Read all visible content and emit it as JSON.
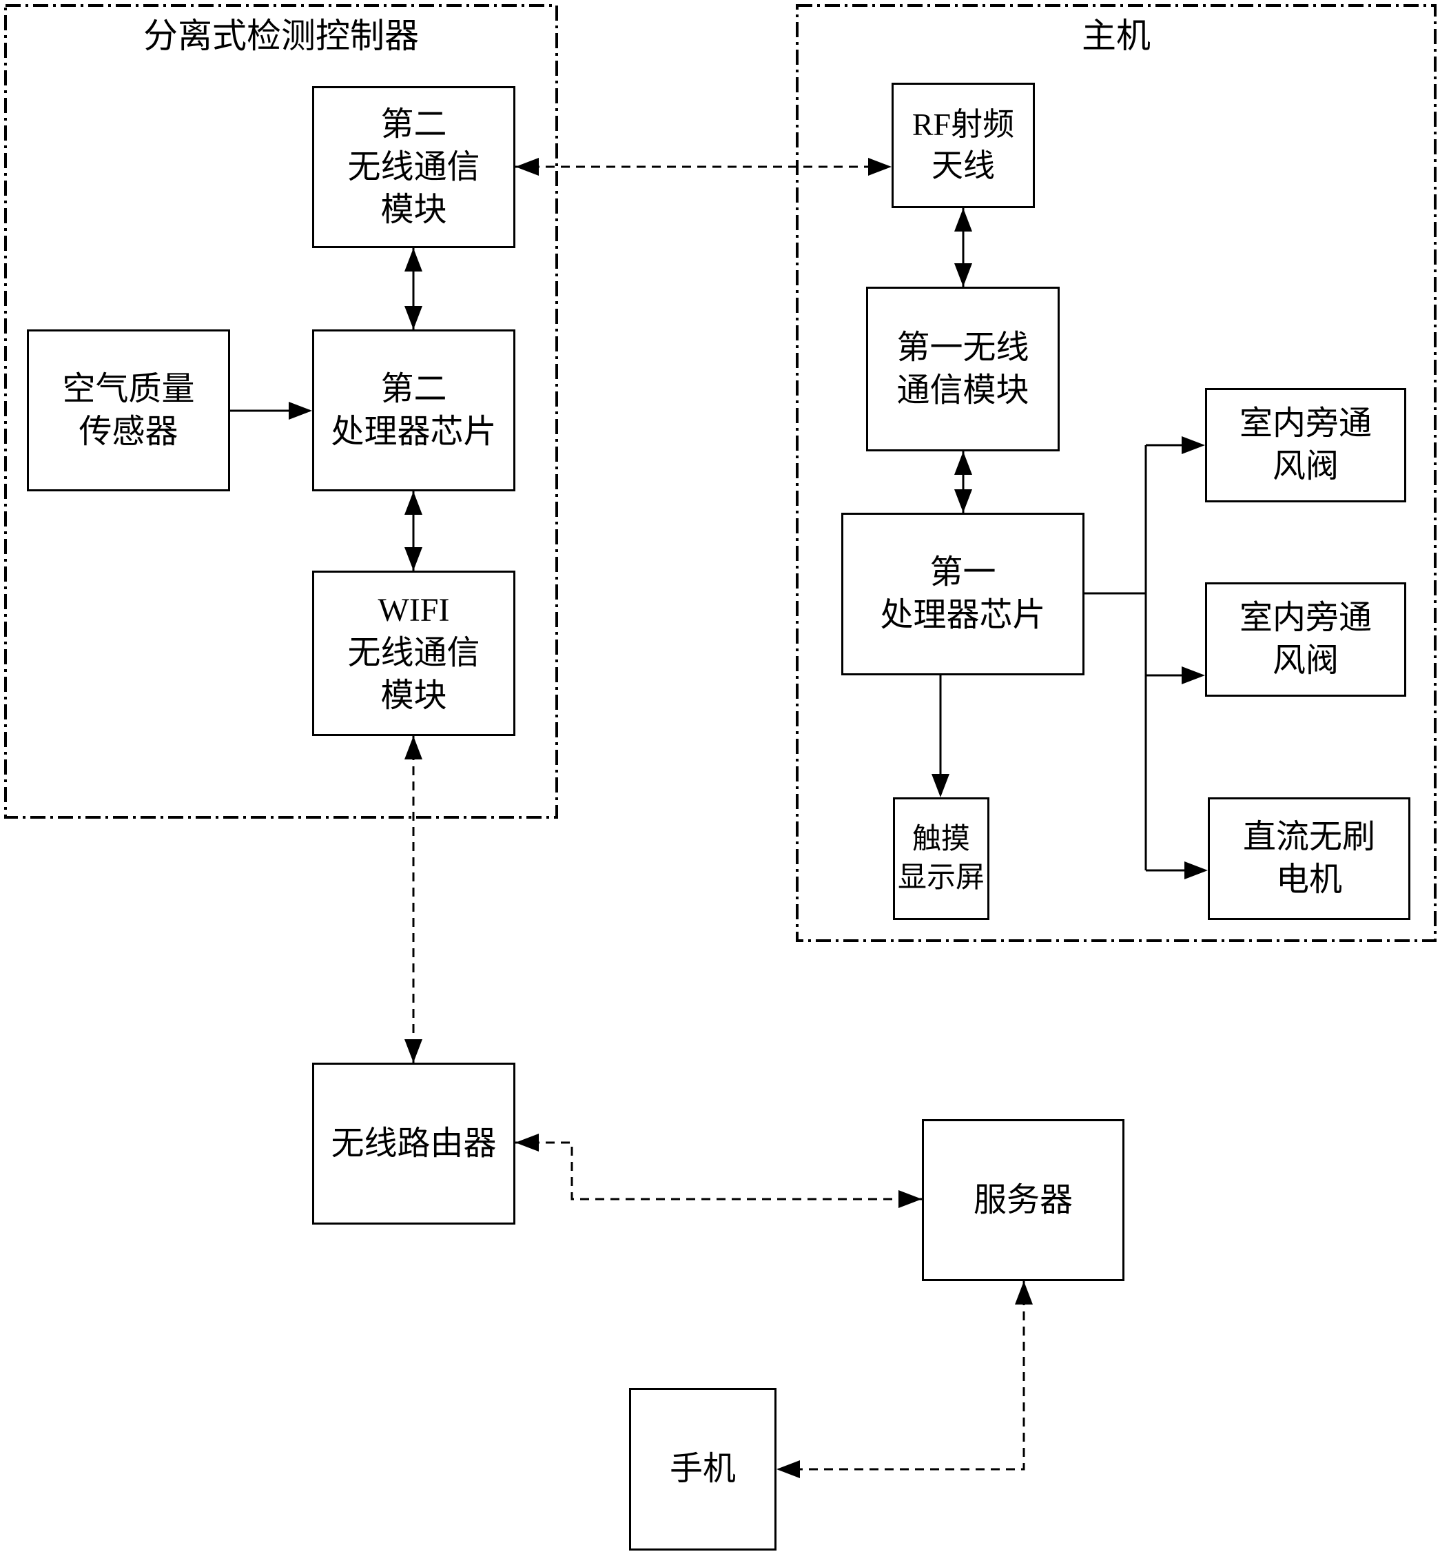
{
  "colors": {
    "background": "#ffffff",
    "line": "#000000",
    "text": "#000000"
  },
  "containers": {
    "detector": {
      "title": "分离式检测控制器"
    },
    "host": {
      "title": "主机"
    }
  },
  "boxes": {
    "second_wireless_module": {
      "lines": [
        "第二",
        "无线通信",
        "模块"
      ]
    },
    "air_quality_sensor": {
      "lines": [
        "空气质量",
        "传感器"
      ]
    },
    "second_processor_chip": {
      "lines": [
        "第二",
        "处理器芯片"
      ]
    },
    "wifi_module": {
      "lines": [
        "WIFI",
        "无线通信",
        "模块"
      ]
    },
    "rf_antenna": {
      "lines": [
        "RF射频",
        "天线"
      ]
    },
    "first_wireless_module": {
      "lines": [
        "第一无线",
        "通信模块"
      ]
    },
    "first_processor_chip": {
      "lines": [
        "第一",
        "处理器芯片"
      ]
    },
    "touch_screen": {
      "lines": [
        "触摸",
        "显示屏"
      ]
    },
    "indoor_bypass_damper_1": {
      "lines": [
        "室内旁通",
        "风阀"
      ]
    },
    "indoor_bypass_damper_2": {
      "lines": [
        "室内旁通",
        "风阀"
      ]
    },
    "dc_brushless_motor": {
      "lines": [
        "直流无刷",
        "电机"
      ]
    },
    "wireless_router": {
      "lines": [
        "无线路由器"
      ]
    },
    "server": {
      "lines": [
        "服务器"
      ]
    },
    "mobile_phone": {
      "lines": [
        "手机"
      ]
    }
  },
  "connections": [
    {
      "from": "第二无线通信模块",
      "to": "RF射频天线",
      "style": "dashed",
      "bidirectional": true
    },
    {
      "from": "第二无线通信模块",
      "to": "第二处理器芯片",
      "style": "solid",
      "bidirectional": true
    },
    {
      "from": "空气质量传感器",
      "to": "第二处理器芯片",
      "style": "solid",
      "bidirectional": false
    },
    {
      "from": "第二处理器芯片",
      "to": "WIFI无线通信模块",
      "style": "solid",
      "bidirectional": true
    },
    {
      "from": "WIFI无线通信模块",
      "to": "无线路由器",
      "style": "dashed",
      "bidirectional": true
    },
    {
      "from": "RF射频天线",
      "to": "第一无线通信模块",
      "style": "solid",
      "bidirectional": true
    },
    {
      "from": "第一无线通信模块",
      "to": "第一处理器芯片",
      "style": "solid",
      "bidirectional": true
    },
    {
      "from": "第一处理器芯片",
      "to": "触摸显示屏",
      "style": "solid",
      "bidirectional": false
    },
    {
      "from": "第一处理器芯片",
      "to": "室内旁通风阀(上)",
      "style": "solid",
      "bidirectional": false
    },
    {
      "from": "第一处理器芯片",
      "to": "室内旁通风阀(下)",
      "style": "solid",
      "bidirectional": false
    },
    {
      "from": "第一处理器芯片",
      "to": "直流无刷电机",
      "style": "solid",
      "bidirectional": false
    },
    {
      "from": "无线路由器",
      "to": "服务器",
      "style": "dashed",
      "bidirectional": true
    },
    {
      "from": "服务器",
      "to": "手机",
      "style": "dashed",
      "bidirectional": true
    }
  ]
}
